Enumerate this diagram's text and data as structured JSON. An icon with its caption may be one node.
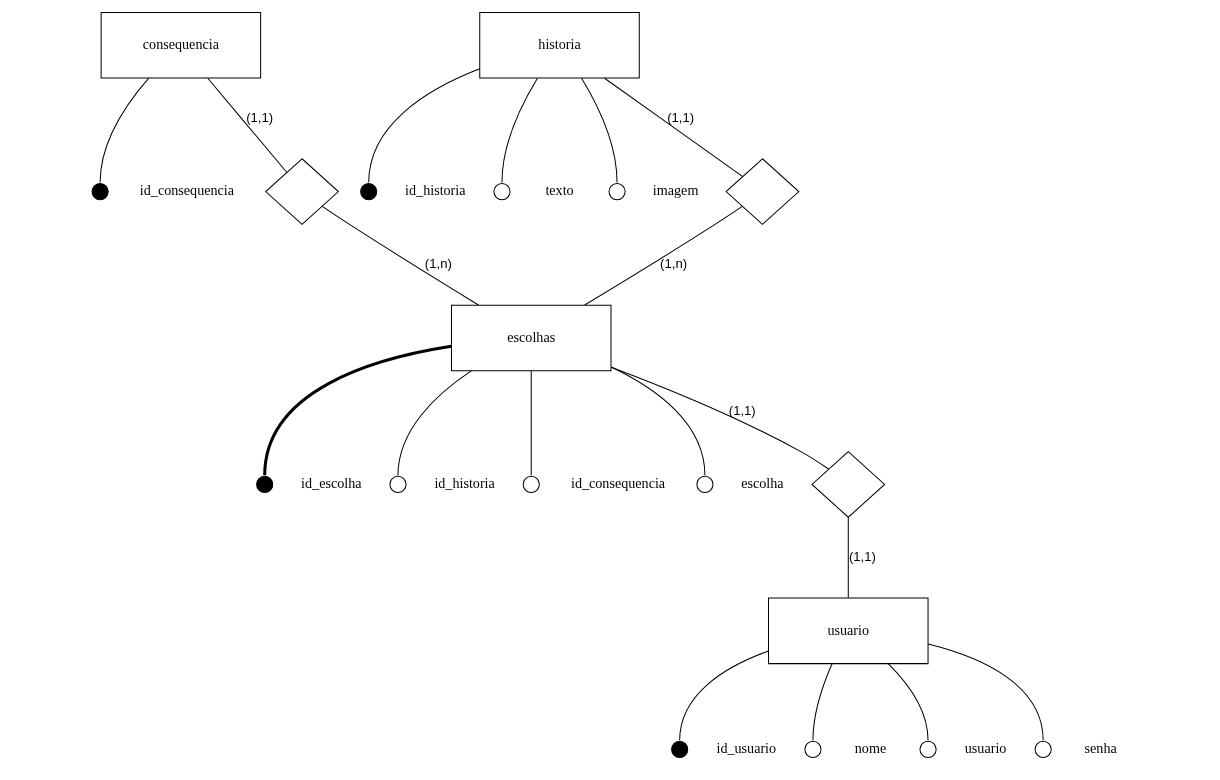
{
  "diagram": {
    "nodes": [
      {
        "text": [],
        "shape": "circle",
        "beside": [
          "id_consequencia"
        ]
      },
      {
        "text": [
          "consequencia"
        ]
      },
      {
        "text": [],
        "shape": "diamond"
      },
      {
        "text": [],
        "shape": "circle",
        "beside": [
          "id_escolha"
        ]
      },
      {
        "text": [],
        "shape": "circle",
        "beside": [
          "id_historia"
        ]
      },
      {
        "text": [],
        "shape": "circle",
        "beside": [
          "id_consequencia"
        ]
      },
      {
        "text": [],
        "shape": "circle",
        "beside": [
          "escolha"
        ]
      },
      {
        "text": [
          "escolhas"
        ]
      },
      {
        "text": [],
        "shape": "diamond"
      },
      {
        "text": [],
        "shape": "circle",
        "beside": [
          "id_usuario"
        ]
      },
      {
        "text": [],
        "shape": "circle",
        "beside": [
          "nome"
        ]
      },
      {
        "text": [],
        "shape": "circle",
        "beside": [
          "usuario"
        ]
      },
      {
        "text": [],
        "shape": "circle",
        "beside": [
          "senha"
        ]
      },
      {
        "text": [],
        "shape": "circle",
        "beside": [
          "id_historia"
        ]
      },
      {
        "text": [],
        "shape": "circle",
        "beside": [
          "texto"
        ]
      },
      {
        "text": [],
        "shape": "circle",
        "beside": [
          "imagem"
        ]
      },
      {
        "text": [],
        "shape": "diamond"
      },
      {
        "text": [
          "historia"
        ]
      },
      {
        "text": [
          "usuario"
        ]
      }
    ],
    "edges": [
      {
        "from": 1,
        "to": 0,
        "arrow": "none"
      },
      {
        "from": 1,
        "to": 2,
        "arrow": "none",
        "label": "(1,1)"
      },
      {
        "from": 2,
        "to": 7,
        "arrow": "none",
        "label": "(1,n)"
      },
      {
        "from": 7,
        "to": 3,
        "arrow": "none",
        "style": "thick"
      },
      {
        "from": 7,
        "to": 4,
        "arrow": "none"
      },
      {
        "from": 7,
        "to": 5,
        "arrow": "none"
      },
      {
        "from": 7,
        "to": 6,
        "arrow": "none"
      },
      {
        "from": 7,
        "to": 8,
        "arrow": "none",
        "label": "(1,1)"
      },
      {
        "from": 8,
        "to": 18,
        "arrow": "none",
        "label": "(1,1)"
      },
      {
        "from": 18,
        "to": 9,
        "arrow": "none"
      },
      {
        "from": 18,
        "to": 10,
        "arrow": "none"
      },
      {
        "from": 18,
        "to": 11,
        "arrow": "none"
      },
      {
        "from": 18,
        "to": 12,
        "arrow": "none"
      },
      {
        "from": 17,
        "to": 13,
        "arrow": "none"
      },
      {
        "from": 17,
        "to": 14,
        "arrow": "none"
      },
      {
        "from": 17,
        "to": 15,
        "arrow": "none"
      },
      {
        "from": 17,
        "to": 16,
        "arrow": "none",
        "label": "(1,1)"
      },
      {
        "from": 16,
        "to": 7,
        "arrow": "none",
        "label": "(1,n)"
      }
    ]
  }
}
